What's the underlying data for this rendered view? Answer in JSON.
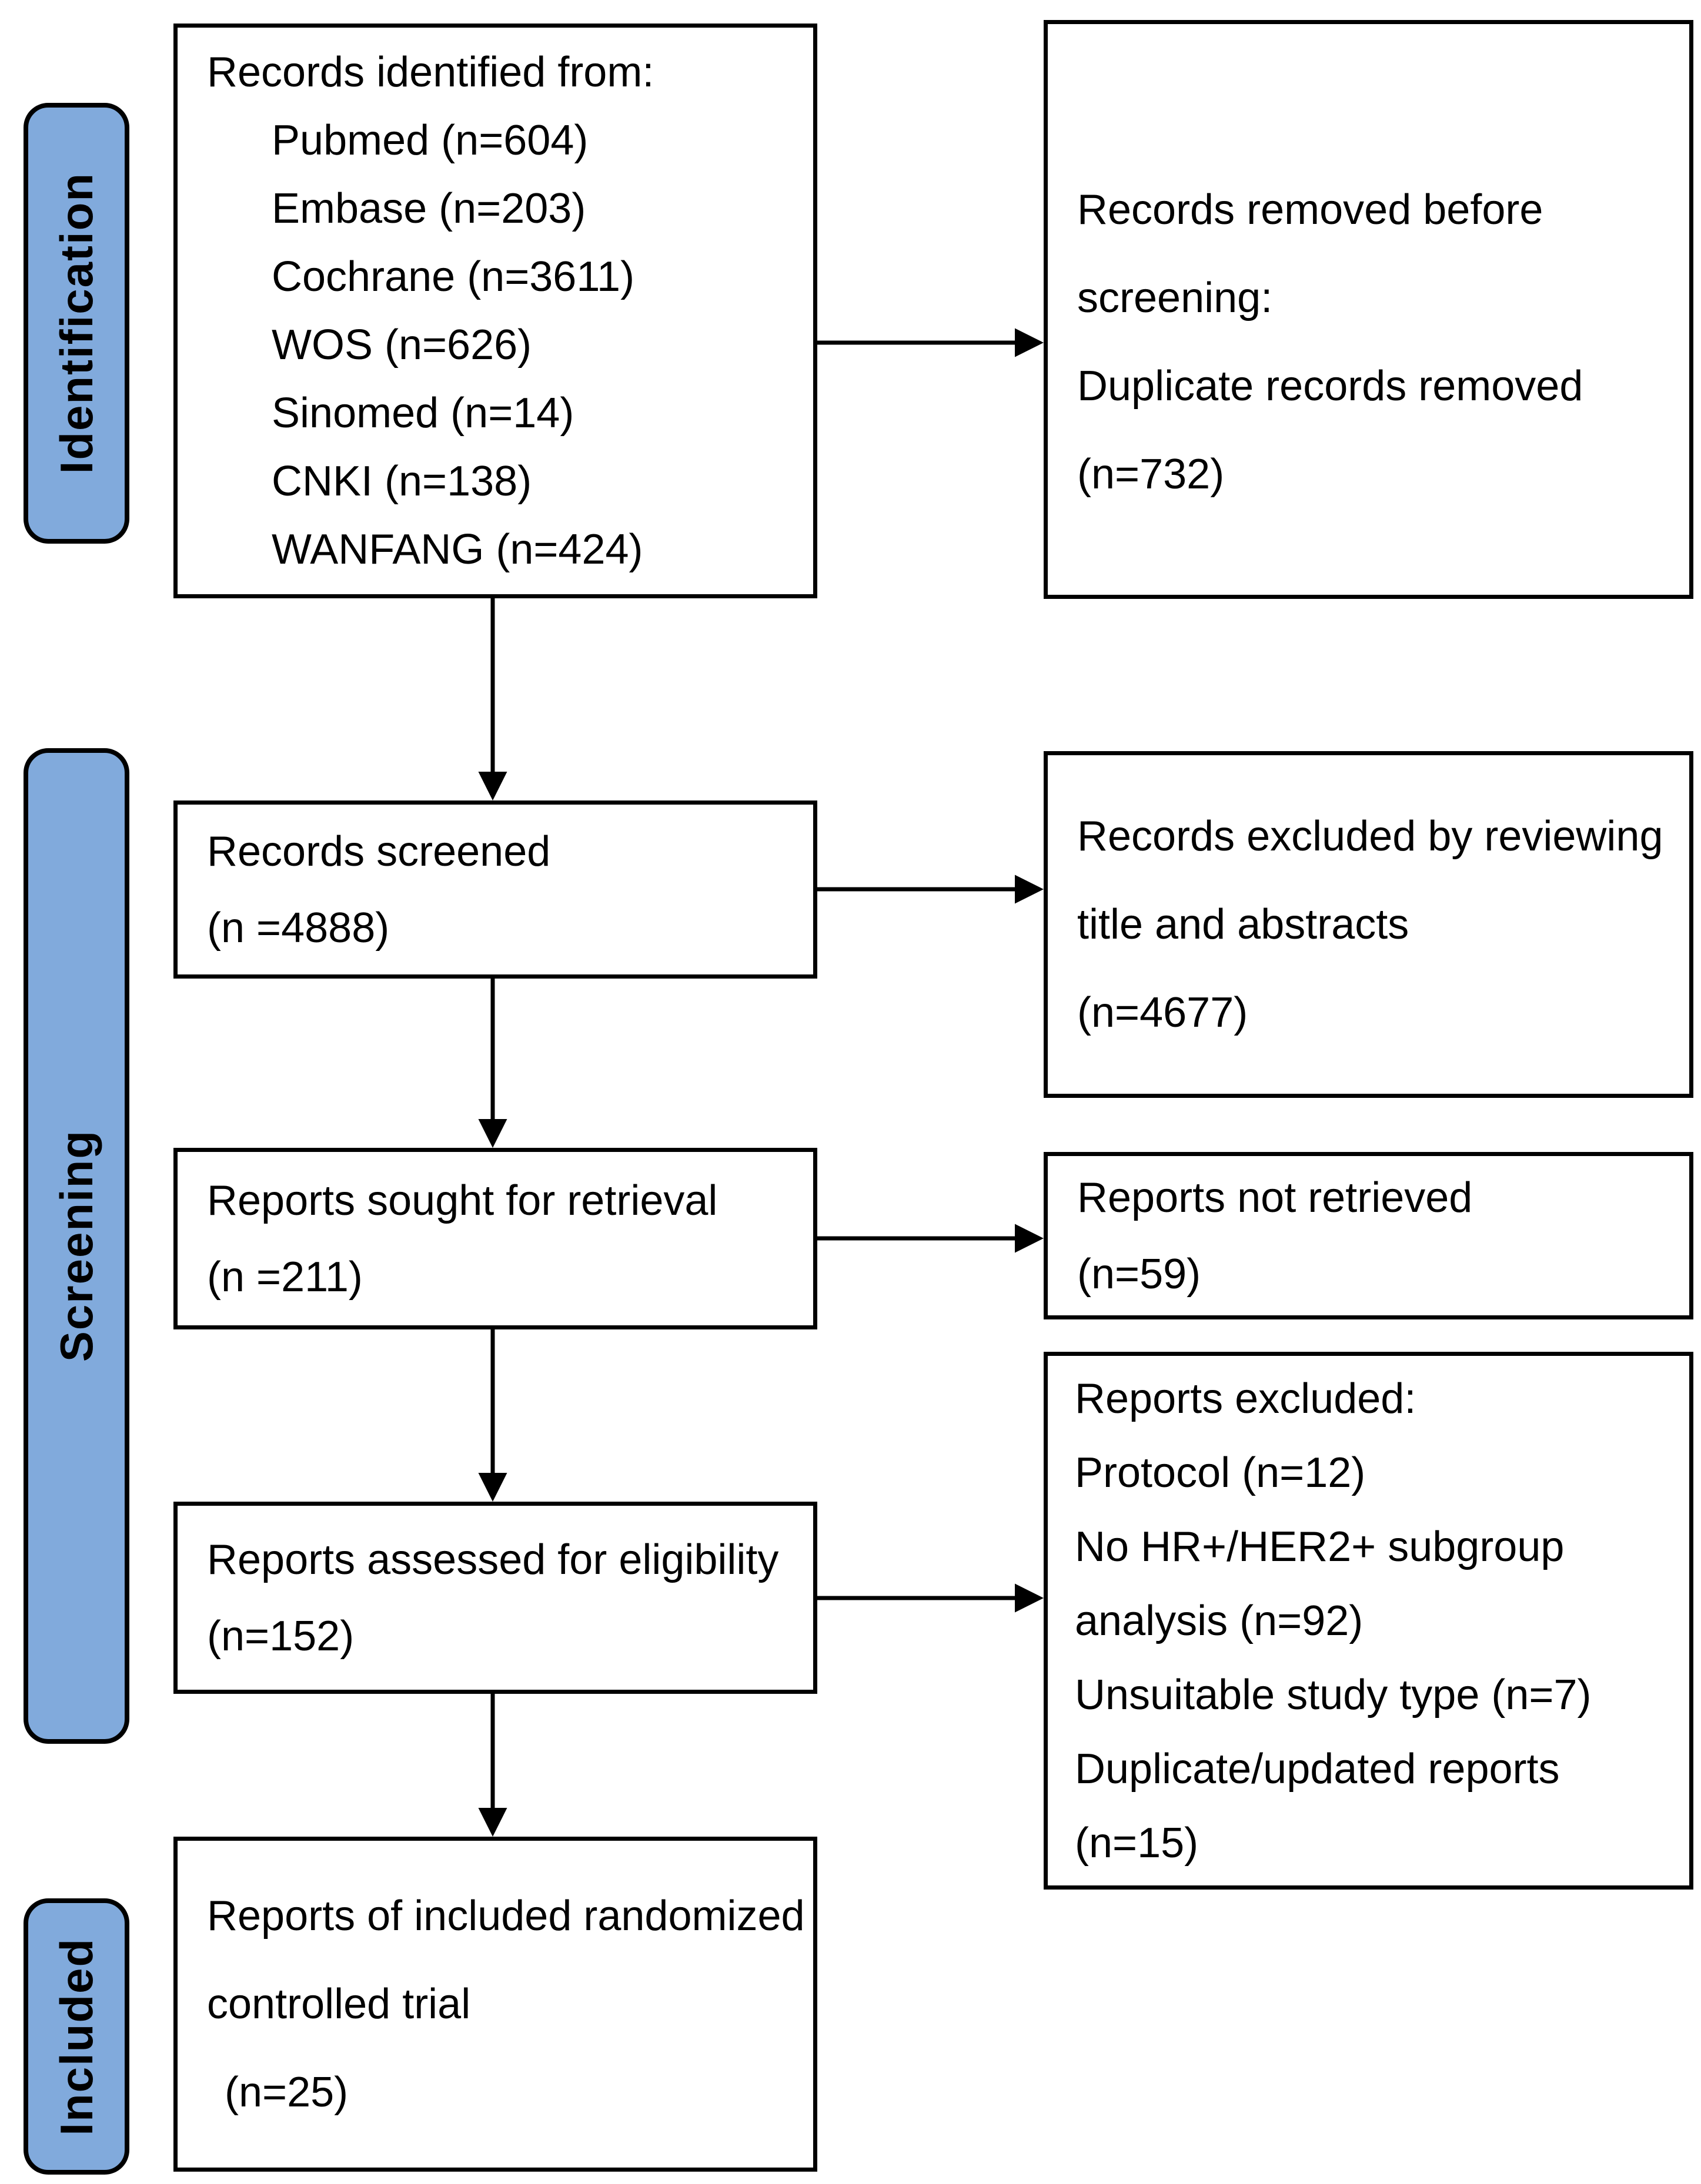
{
  "colors": {
    "stage_fill": "#81AADC",
    "line": "#000000",
    "box_background": "#FFFFFF"
  },
  "stages": {
    "identification": "Identification",
    "screening": "Screening",
    "included": "Included"
  },
  "boxes": {
    "identified": {
      "title": "Records identified from:",
      "items": [
        "Pubmed (n=604)",
        "Embase (n=203)",
        "Cochrane (n=3611)",
        "WOS (n=626)",
        "Sinomed (n=14)",
        "CNKI (n=138)",
        "WANFANG (n=424)"
      ]
    },
    "removed_before_screening": {
      "lines": [
        "Records removed before",
        "screening:",
        "Duplicate records removed",
        "(n=732)"
      ]
    },
    "screened": {
      "lines": [
        "Records screened",
        "(n =4888)"
      ]
    },
    "excluded_by_review": {
      "lines": [
        "Records excluded by reviewing",
        "title and abstracts",
        "(n=4677)"
      ]
    },
    "sought_for_retrieval": {
      "lines": [
        "Reports sought for retrieval",
        "(n =211)"
      ]
    },
    "not_retrieved": {
      "lines": [
        "Reports not retrieved",
        "(n=59)"
      ]
    },
    "assessed_for_eligibility": {
      "lines": [
        "Reports assessed for eligibility",
        "(n=152)"
      ]
    },
    "reports_excluded": {
      "title": "Reports excluded:",
      "item_lines": [
        "Protocol (n=12)",
        "No HR+/HER2+ subgroup",
        "analysis (n=92)",
        "Unsuitable study type (n=7)",
        "Duplicate/updated reports",
        "(n=15)"
      ]
    },
    "included_rct": {
      "lines": [
        "Reports of included randomized",
        "controlled trial",
        "(n=25)"
      ]
    }
  }
}
